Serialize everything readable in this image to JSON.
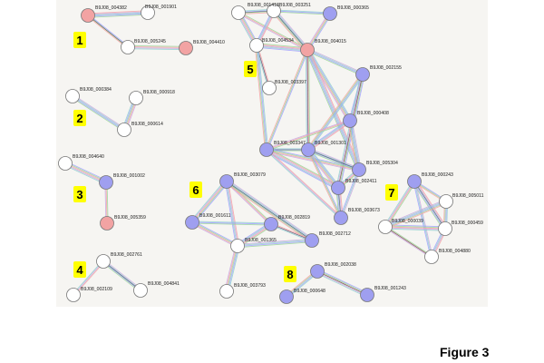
{
  "figure_label": "Figure 3",
  "colors": {
    "background": "#f6f5f2",
    "node_white": "#ffffff",
    "node_blue": "#9f9ff0",
    "node_red": "#f2a3a3",
    "cluster_badge": "#ffff00",
    "edge_colors": [
      "#a0a0ff",
      "#9ad69a",
      "#f5a2a2",
      "#c8a8e0",
      "#8fd0d0",
      "#333333"
    ]
  },
  "clusters": [
    {
      "id": "1",
      "nodes": [
        {
          "id": "n_004382",
          "label": "B9J08_004382",
          "color": "red"
        },
        {
          "id": "n_001901",
          "label": "B9J08_001901",
          "color": "white"
        },
        {
          "id": "n_005245",
          "label": "B9J08_005245",
          "color": "white"
        },
        {
          "id": "n_004410",
          "label": "B9J08_004410",
          "color": "red"
        }
      ],
      "edges": [
        [
          "n_004382",
          "n_005245"
        ],
        [
          "n_005245",
          "n_004410"
        ],
        [
          "n_004382",
          "n_001901"
        ]
      ]
    },
    {
      "id": "2",
      "nodes": [
        {
          "id": "n_000384",
          "label": "B9J08_000384",
          "color": "white"
        },
        {
          "id": "n_000918",
          "label": "B9J08_000918",
          "color": "white"
        },
        {
          "id": "n_000614",
          "label": "B9J08_000614",
          "color": "white"
        }
      ],
      "edges": [
        [
          "n_000384",
          "n_000614"
        ],
        [
          "n_000614",
          "n_000918"
        ]
      ]
    },
    {
      "id": "3",
      "nodes": [
        {
          "id": "n_004640",
          "label": "B9J08_004640",
          "color": "white"
        },
        {
          "id": "n_001002",
          "label": "B9J08_001002",
          "color": "blue"
        },
        {
          "id": "n_005359",
          "label": "B9J08_005359",
          "color": "red"
        }
      ],
      "edges": [
        [
          "n_004640",
          "n_001002"
        ],
        [
          "n_001002",
          "n_005359"
        ]
      ]
    },
    {
      "id": "4",
      "nodes": [
        {
          "id": "n_002761",
          "label": "B9J08_002761",
          "color": "white"
        },
        {
          "id": "n_002109",
          "label": "B9J08_002109",
          "color": "white"
        },
        {
          "id": "n_004841",
          "label": "B9J08_004841",
          "color": "white"
        }
      ],
      "edges": [
        [
          "n_002761",
          "n_002109"
        ],
        [
          "n_002761",
          "n_004841"
        ]
      ]
    },
    {
      "id": "5",
      "nodes": [
        {
          "id": "n_001418",
          "label": "B9J08_001418",
          "color": "white"
        },
        {
          "id": "n_003251",
          "label": "B9J08_003251",
          "color": "white"
        },
        {
          "id": "n_000365",
          "label": "B9J08_000365",
          "color": "blue"
        },
        {
          "id": "n_004534",
          "label": "B9J08_004534",
          "color": "white"
        },
        {
          "id": "n_004015",
          "label": "B9J08_004015",
          "color": "red"
        },
        {
          "id": "n_002155",
          "label": "B9J08_002155",
          "color": "blue"
        },
        {
          "id": "n_003397",
          "label": "B9J08_003397",
          "color": "white"
        },
        {
          "id": "n_000408",
          "label": "B9J08_000408",
          "color": "blue"
        },
        {
          "id": "n_003347",
          "label": "B9J08_003347",
          "color": "blue"
        },
        {
          "id": "n_001301",
          "label": "B9J08_001301",
          "color": "blue"
        },
        {
          "id": "n_005304",
          "label": "B9J08_005304",
          "color": "blue"
        },
        {
          "id": "n_002411",
          "label": "B9J08_002411",
          "color": "blue"
        },
        {
          "id": "n_003673",
          "label": "B9J08_003673",
          "color": "blue"
        }
      ],
      "edges": [
        [
          "n_001418",
          "n_003251"
        ],
        [
          "n_001418",
          "n_004534"
        ],
        [
          "n_001418",
          "n_004015"
        ],
        [
          "n_003251",
          "n_004534"
        ],
        [
          "n_003251",
          "n_004015"
        ],
        [
          "n_003251",
          "n_000365"
        ],
        [
          "n_000365",
          "n_004015"
        ],
        [
          "n_004534",
          "n_004015"
        ],
        [
          "n_004534",
          "n_003397"
        ],
        [
          "n_004015",
          "n_002155"
        ],
        [
          "n_004015",
          "n_000408"
        ],
        [
          "n_004015",
          "n_003347"
        ],
        [
          "n_004015",
          "n_001301"
        ],
        [
          "n_004015",
          "n_005304"
        ],
        [
          "n_002155",
          "n_000408"
        ],
        [
          "n_002155",
          "n_001301"
        ],
        [
          "n_002155",
          "n_002411"
        ],
        [
          "n_000408",
          "n_003347"
        ],
        [
          "n_000408",
          "n_001301"
        ],
        [
          "n_000408",
          "n_005304"
        ],
        [
          "n_003347",
          "n_001301"
        ],
        [
          "n_003347",
          "n_005304"
        ],
        [
          "n_003347",
          "n_002411"
        ],
        [
          "n_003347",
          "n_003673"
        ],
        [
          "n_001301",
          "n_005304"
        ],
        [
          "n_001301",
          "n_002411"
        ],
        [
          "n_001301",
          "n_003673"
        ],
        [
          "n_005304",
          "n_002411"
        ],
        [
          "n_002411",
          "n_003673"
        ],
        [
          "n_005304",
          "n_003673"
        ],
        [
          "n_004534",
          "n_003347"
        ]
      ]
    },
    {
      "id": "6",
      "nodes": [
        {
          "id": "n_003079",
          "label": "B9J08_003079",
          "color": "blue"
        },
        {
          "id": "n_001611",
          "label": "B9J08_001611",
          "color": "blue"
        },
        {
          "id": "n_002819",
          "label": "B9J08_002819",
          "color": "blue"
        },
        {
          "id": "n_001365",
          "label": "B9J08_001365",
          "color": "white"
        },
        {
          "id": "n_002712",
          "label": "B9J08_002712",
          "color": "blue"
        },
        {
          "id": "n_003793",
          "label": "B9J08_003793",
          "color": "white"
        }
      ],
      "edges": [
        [
          "n_003079",
          "n_001611"
        ],
        [
          "n_003079",
          "n_002819"
        ],
        [
          "n_003079",
          "n_001365"
        ],
        [
          "n_003079",
          "n_002712"
        ],
        [
          "n_001611",
          "n_002819"
        ],
        [
          "n_001611",
          "n_001365"
        ],
        [
          "n_002819",
          "n_001365"
        ],
        [
          "n_002819",
          "n_002712"
        ],
        [
          "n_001365",
          "n_002712"
        ],
        [
          "n_001365",
          "n_003793"
        ]
      ]
    },
    {
      "id": "7",
      "nodes": [
        {
          "id": "n_000243",
          "label": "B9J08_000243",
          "color": "blue"
        },
        {
          "id": "n_005011",
          "label": "B9J08_005011",
          "color": "white"
        },
        {
          "id": "n_000039",
          "label": "B9J08_000039",
          "color": "white"
        },
        {
          "id": "n_000459",
          "label": "B9J08_000459",
          "color": "white"
        },
        {
          "id": "n_004880",
          "label": "B9J08_004880",
          "color": "white"
        }
      ],
      "edges": [
        [
          "n_000243",
          "n_005011"
        ],
        [
          "n_000243",
          "n_000039"
        ],
        [
          "n_000243",
          "n_000459"
        ],
        [
          "n_000243",
          "n_004880"
        ],
        [
          "n_005011",
          "n_000459"
        ],
        [
          "n_000039",
          "n_000459"
        ],
        [
          "n_000039",
          "n_004880"
        ],
        [
          "n_000459",
          "n_004880"
        ],
        [
          "n_000039",
          "n_005011"
        ]
      ]
    },
    {
      "id": "8",
      "nodes": [
        {
          "id": "n_002038",
          "label": "B9J08_002038",
          "color": "blue"
        },
        {
          "id": "n_000648",
          "label": "B9J08_000648",
          "color": "blue"
        },
        {
          "id": "n_001243",
          "label": "B9J08_001243",
          "color": "blue"
        }
      ],
      "edges": [
        [
          "n_002038",
          "n_000648"
        ],
        [
          "n_002038",
          "n_001243"
        ]
      ]
    }
  ]
}
